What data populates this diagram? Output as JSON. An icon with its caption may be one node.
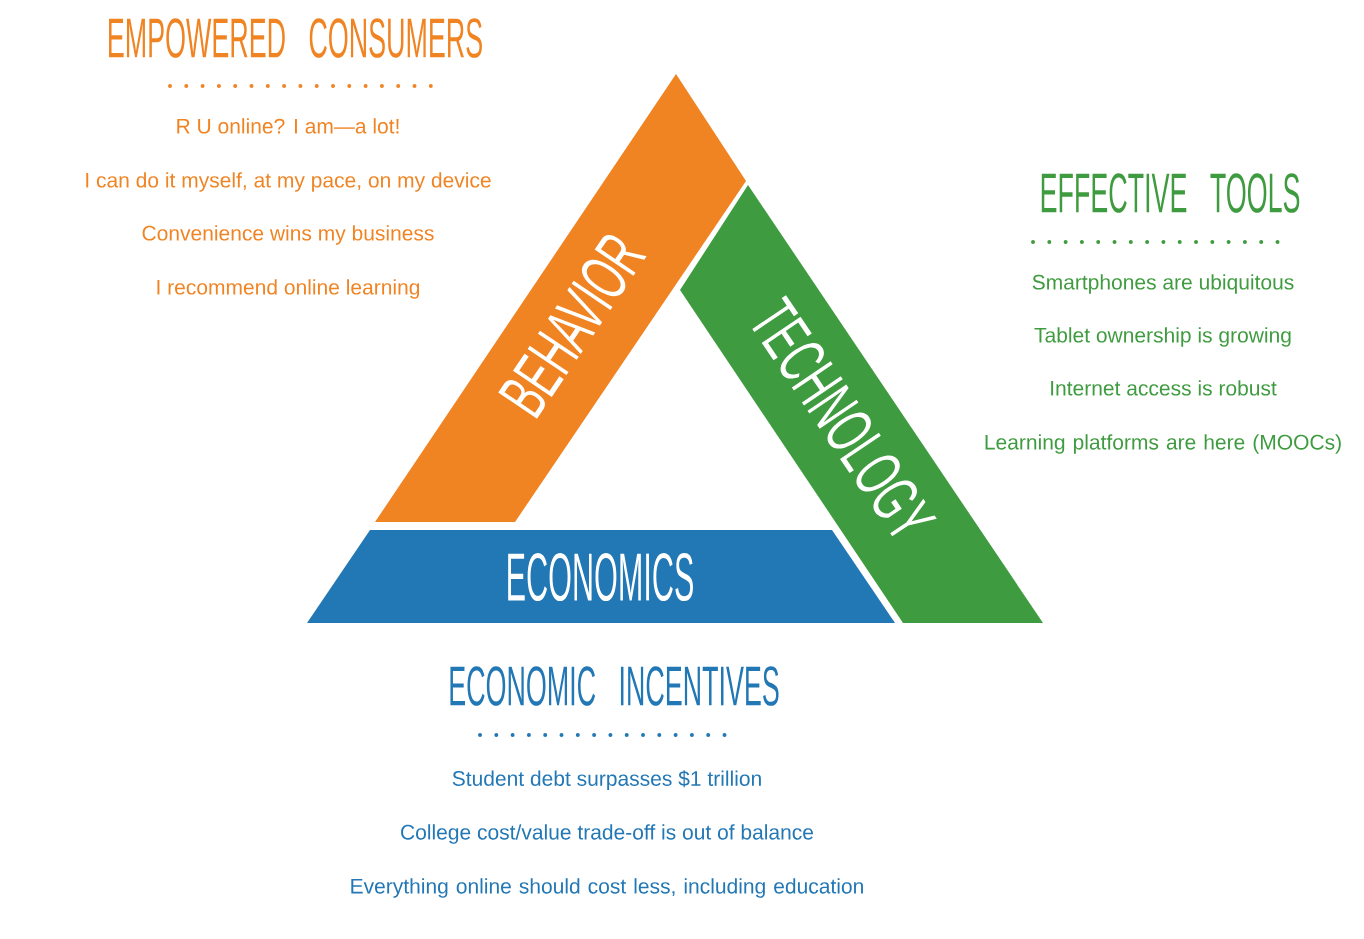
{
  "diagram": {
    "nodes": [
      {
        "text": [
          "BEHAVIOR"
        ]
      },
      {
        "text": [
          "TECHNOLOGY"
        ]
      },
      {
        "text": [
          "ECONOMICS"
        ]
      }
    ],
    "labels": [
      "EMPOWERED CONSUMERS",
      "R U online? I am—a lot!",
      "I can do it myself, at my pace, on my device",
      "Convenience wins my business",
      "I recommend online learning",
      "EFFECTIVE TOOLS",
      "Smartphones are ubiquitous",
      "Tablet ownership is growing",
      "Internet access is robust",
      "Learning platforms are here (MOOCs)",
      "ECONOMIC INCENTIVES",
      "Student debt surpasses $1 trillion",
      "College cost/value trade-off is out of balance",
      "Everything online should cost less, including education"
    ]
  }
}
